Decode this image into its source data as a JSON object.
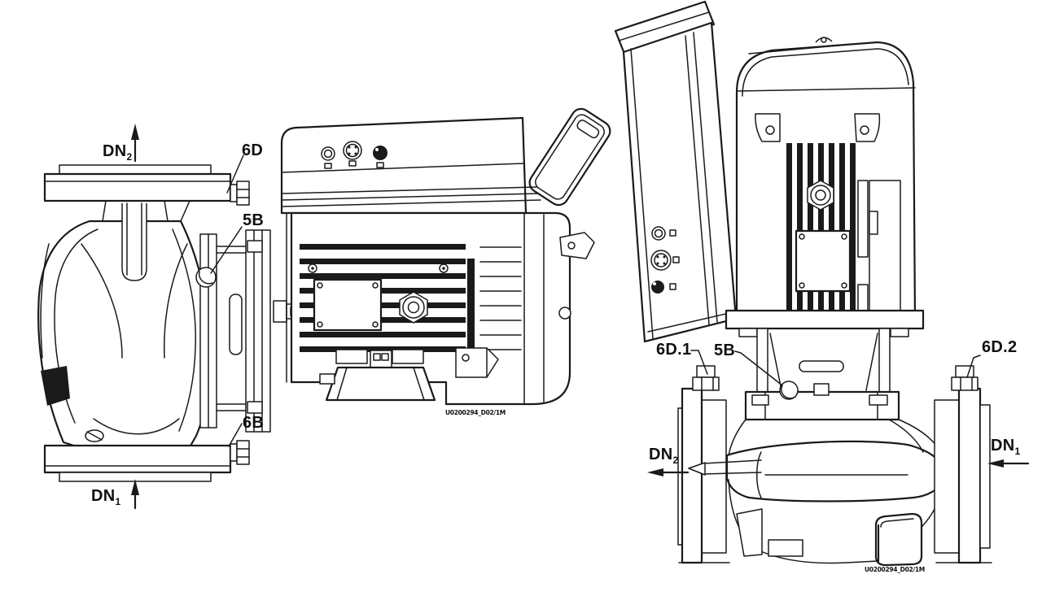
{
  "figure": {
    "background_color": "#ffffff",
    "line_color": "#1a1a1a"
  },
  "left_view": {
    "port_top": {
      "label": "DN",
      "subscript": "2"
    },
    "port_bottom": {
      "label": "DN",
      "subscript": "1"
    },
    "callout_6d": "6D",
    "callout_5b": "5B",
    "callout_6b": "6B",
    "drawing_id": "U0200294_D02/1M"
  },
  "right_view": {
    "callout_6d1": "6D.1",
    "callout_5b": "5B",
    "callout_6d2": "6D.2",
    "port_left": {
      "label": "DN",
      "subscript": "2"
    },
    "port_right": {
      "label": "DN",
      "subscript": "1"
    },
    "drawing_id": "U0200294_D02/1M"
  }
}
